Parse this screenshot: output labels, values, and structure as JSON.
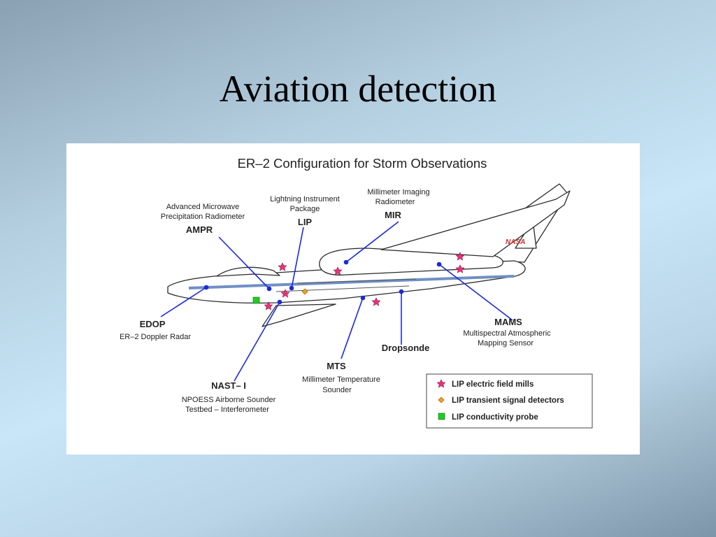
{
  "slide": {
    "title": "Aviation detection"
  },
  "diagram": {
    "title": "ER–2 Configuration for Storm Observations",
    "aircraft_marking": "NASA",
    "instruments": [
      {
        "acronym": "AMPR",
        "description": [
          "Advanced Microwave",
          "Precipitation Radiometer"
        ]
      },
      {
        "acronym": "LIP",
        "description": [
          "Lightning Instrument",
          "Package"
        ]
      },
      {
        "acronym": "MIR",
        "description": [
          "Millimeter Imaging",
          "Radiometer"
        ]
      },
      {
        "acronym": "EDOP",
        "description": [
          "ER–2 Doppler Radar"
        ]
      },
      {
        "acronym": "NAST– I",
        "description": [
          "NPOESS Airborne Sounder",
          "Testbed – Interferometer"
        ]
      },
      {
        "acronym": "MTS",
        "description": [
          "Millimeter Temperature",
          "Sounder"
        ]
      },
      {
        "acronym": "Dropsonde",
        "description": []
      },
      {
        "acronym": "MAMS",
        "description": [
          "Multispectral Atmospheric",
          "Mapping Sensor"
        ]
      }
    ],
    "legend": [
      {
        "label": "LIP electric field mills",
        "color": "#e8337a",
        "shape": "star"
      },
      {
        "label": "LIP transient signal detectors",
        "color": "#f0a020",
        "shape": "diamond"
      },
      {
        "label": "LIP conductivity probe",
        "color": "#22cc22",
        "shape": "square"
      }
    ],
    "colors": {
      "leader_lines": "#1a2ad8",
      "stripe": "#6f90c4",
      "marking": "#d23030"
    }
  }
}
